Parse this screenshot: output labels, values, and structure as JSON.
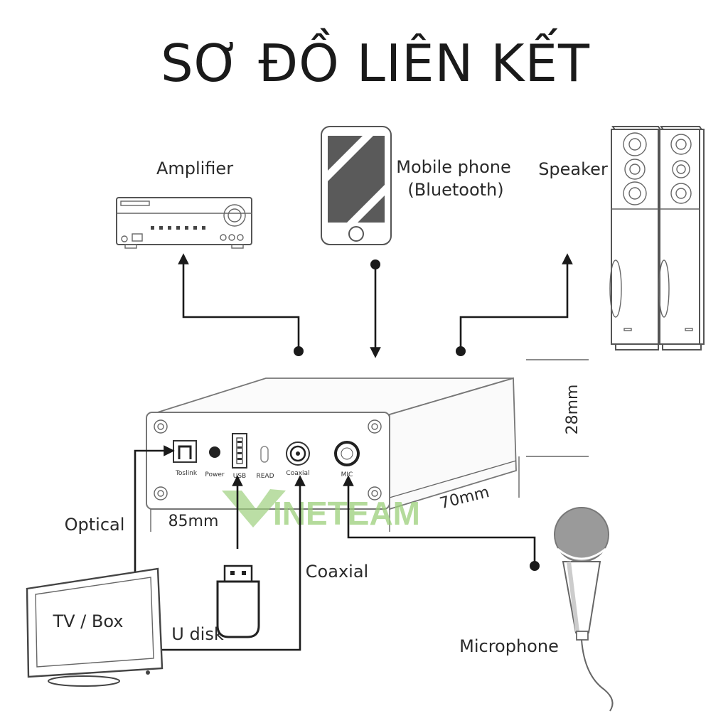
{
  "title": "SƠ ĐỒ LIÊN KẾT",
  "labels": {
    "amplifier": "Amplifier",
    "mobile_line1": "Mobile phone",
    "mobile_line2": "(Bluetooth)",
    "speaker": "Speaker",
    "optical": "Optical",
    "coaxial": "Coaxial",
    "tv_box": "TV / Box",
    "u_disk": "U disk",
    "microphone": "Microphone"
  },
  "dimensions": {
    "width": "85mm",
    "depth": "70mm",
    "height": "28mm"
  },
  "ports": {
    "toslink": "Toslink",
    "power": "Power",
    "usb": "USB",
    "read": "READ",
    "coaxial": "Coaxial",
    "mic": "MIC"
  },
  "watermark": {
    "text": "INETEAM",
    "green": "#9bcf7a",
    "red": "#d98f8f"
  },
  "colors": {
    "line": "#1a1a1a",
    "device_outline": "#555555",
    "phone_screen": "#5a5a5a",
    "mic_head": "#9a9a9a"
  }
}
